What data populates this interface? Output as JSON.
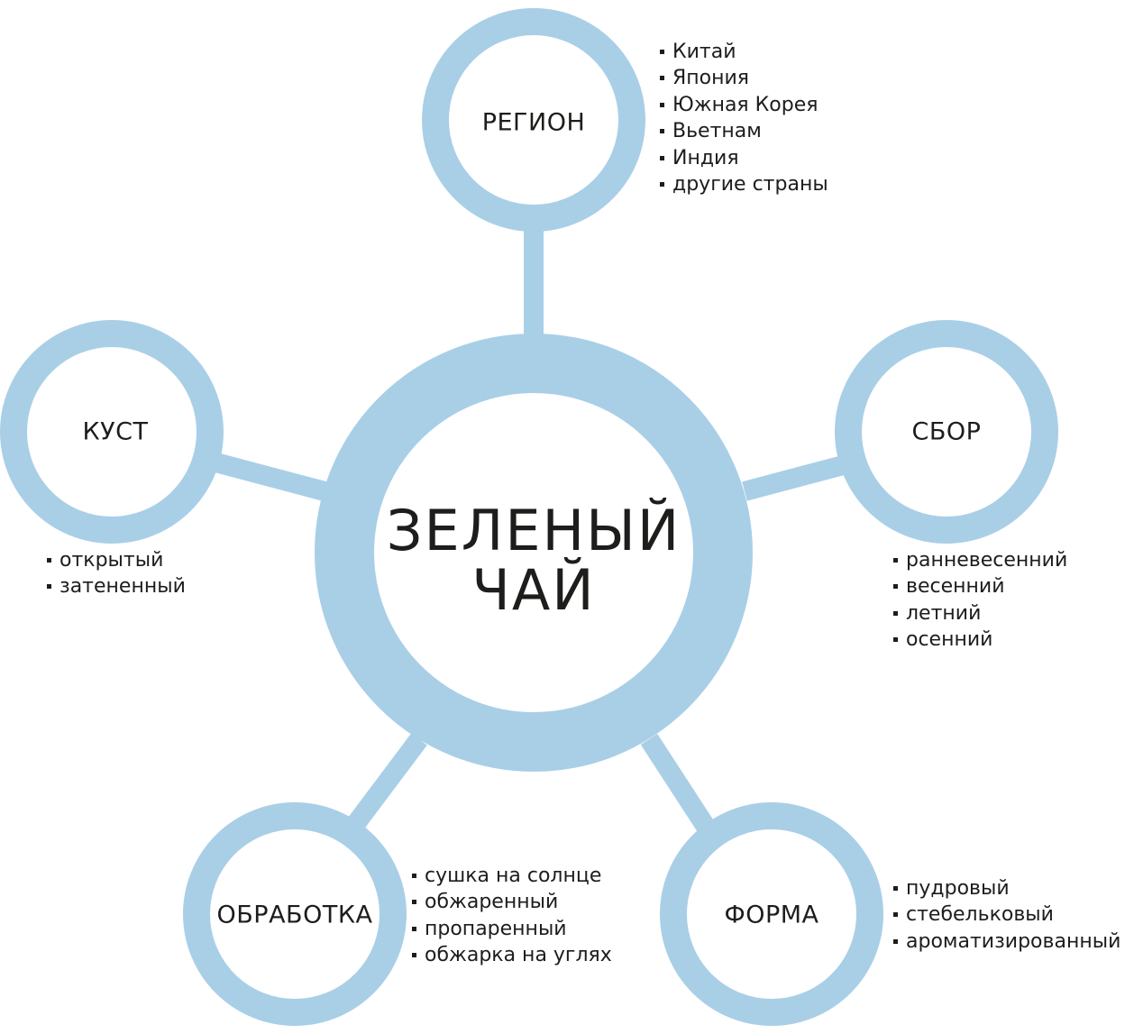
{
  "colors": {
    "ring": "#a9cfe7",
    "text": "#1d1d1b",
    "background": "#ffffff"
  },
  "center": {
    "line1": "ЗЕЛЕНЫЙ",
    "line2": "ЧАЙ"
  },
  "nodes": {
    "region": {
      "label": "РЕГИОН",
      "items": [
        "Китай",
        "Япония",
        "Южная Корея",
        "Вьетнам",
        "Индия",
        "другие страны"
      ]
    },
    "bush": {
      "label": "КУСТ",
      "items": [
        "открытый",
        "затененный"
      ]
    },
    "harvest": {
      "label": "СБОР",
      "items": [
        "ранневесенний",
        "весенний",
        "летний",
        "осенний"
      ]
    },
    "processing": {
      "label": "ОБРАБОТКА",
      "items": [
        "сушка на солнце",
        "обжаренный",
        "пропаренный",
        "обжарка на углях"
      ]
    },
    "form": {
      "label": "ФОРМА",
      "items": [
        "пудровый",
        "стебельковый",
        "ароматизированный"
      ]
    }
  }
}
